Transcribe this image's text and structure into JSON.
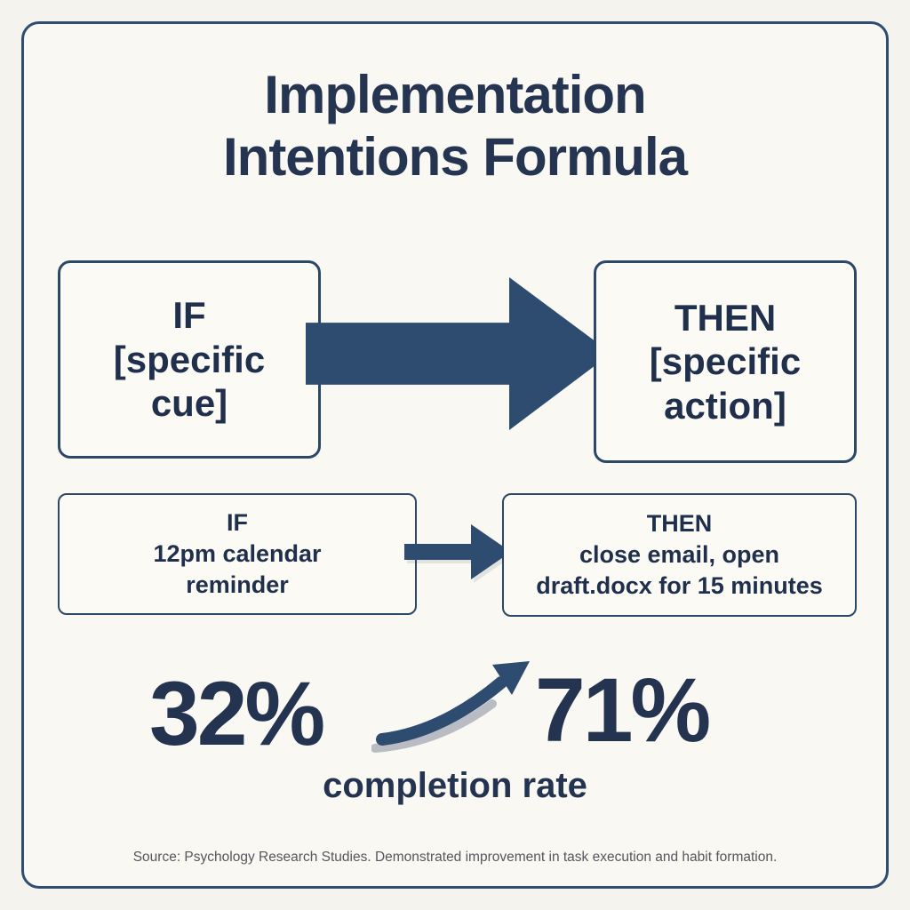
{
  "header": {
    "title": "Implementation Intentions Formula"
  },
  "formula": {
    "if_box": {
      "label": "IF",
      "text": "[specific cue]"
    },
    "then_box": {
      "label": "THEN",
      "text": "[specific action]"
    }
  },
  "example": {
    "if_box": {
      "label": "IF",
      "text": "12pm calendar reminder"
    },
    "then_box": {
      "label": "THEN",
      "text": "close email, open draft.docx for 15 minutes"
    }
  },
  "stats": {
    "before": "32%",
    "after": "71%",
    "label": "completion rate"
  },
  "footer": {
    "source": "Source: Psychology Research Studies. Demonstrated improvement in task execution and habit formation."
  },
  "colors": {
    "navy_text": "#243450",
    "arrow": "#2e4c70",
    "frame_border": "#2e4d71",
    "box_border": "#2b4866",
    "background": "#faf8f3"
  },
  "icons": {
    "big_arrow": "arrow-right-icon",
    "small_arrow": "arrow-right-small-icon",
    "growth_arrow": "growth-curve-arrow-icon"
  }
}
